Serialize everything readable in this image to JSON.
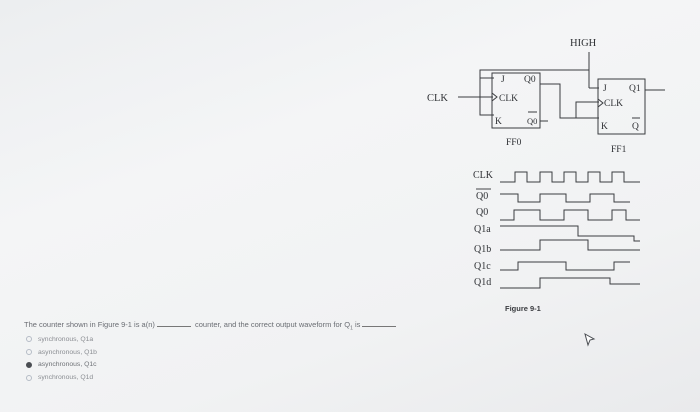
{
  "figure": {
    "high_label": "HIGH",
    "clk_input_label": "CLK",
    "ff0": {
      "j": "J",
      "k": "K",
      "clk": "CLK",
      "q": "Q0",
      "qbar": "Q0",
      "name": "FF0"
    },
    "ff1": {
      "j": "J",
      "k": "K",
      "clk": "CLK",
      "q": "Q1",
      "qbar": "Q",
      "name": "FF1"
    },
    "caption": "Figure 9-1"
  },
  "waveforms": {
    "labels": [
      "CLK",
      "Q0",
      "Q0",
      "Q1a",
      "Q1b",
      "Q1c",
      "Q1d"
    ],
    "overline": [
      false,
      true,
      false,
      false,
      false,
      false,
      false
    ]
  },
  "question": {
    "text_before": "The counter shown in Figure 9-1 is a(n)",
    "text_middle": "counter, and the correct output waveform for Q",
    "subscript": "1",
    "text_after": "is"
  },
  "options": [
    {
      "label": "synchronous, Q1a",
      "selected": false
    },
    {
      "label": "asynchronous, Q1b",
      "selected": false
    },
    {
      "label": "asynchronous, Q1c",
      "selected": true
    },
    {
      "label": "synchronous, Q1d",
      "selected": false
    }
  ],
  "colors": {
    "ink": "#3a3c40",
    "text": "#6a6d73",
    "radio": "#b5bcc6"
  }
}
